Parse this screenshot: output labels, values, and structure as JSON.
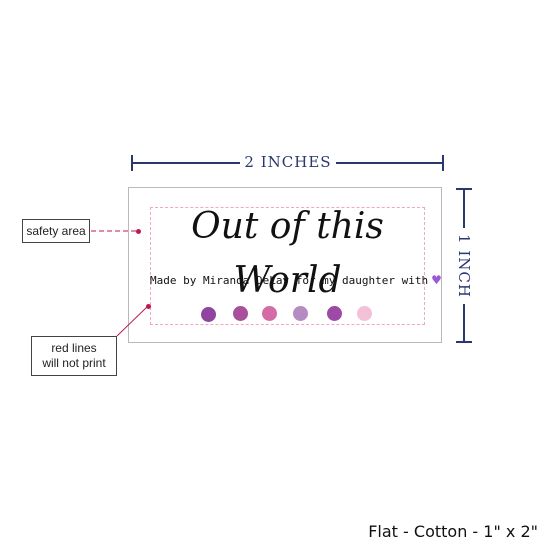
{
  "dimensions": {
    "width_label": "2 INCHES",
    "height_label": "1 INCH"
  },
  "label": {
    "title": "Out of this World",
    "subtitle": "Made by Miranda DeLay for my daughter with",
    "heart_icon": "purple-heart-icon",
    "dot_colors": [
      "#8e44a0",
      "#a8509c",
      "#d56ba6",
      "#b48bc2",
      "#9c4aa6",
      "#f2c1d8"
    ]
  },
  "callouts": {
    "safety_area": "safety area",
    "red_lines": [
      "red lines",
      "will not print"
    ]
  },
  "caption": "Flat - Cotton - 1\" x 2\"",
  "colors": {
    "dimension": "#2a3770",
    "safety_line": "#f4a6c0",
    "marker": "#c2184b"
  }
}
